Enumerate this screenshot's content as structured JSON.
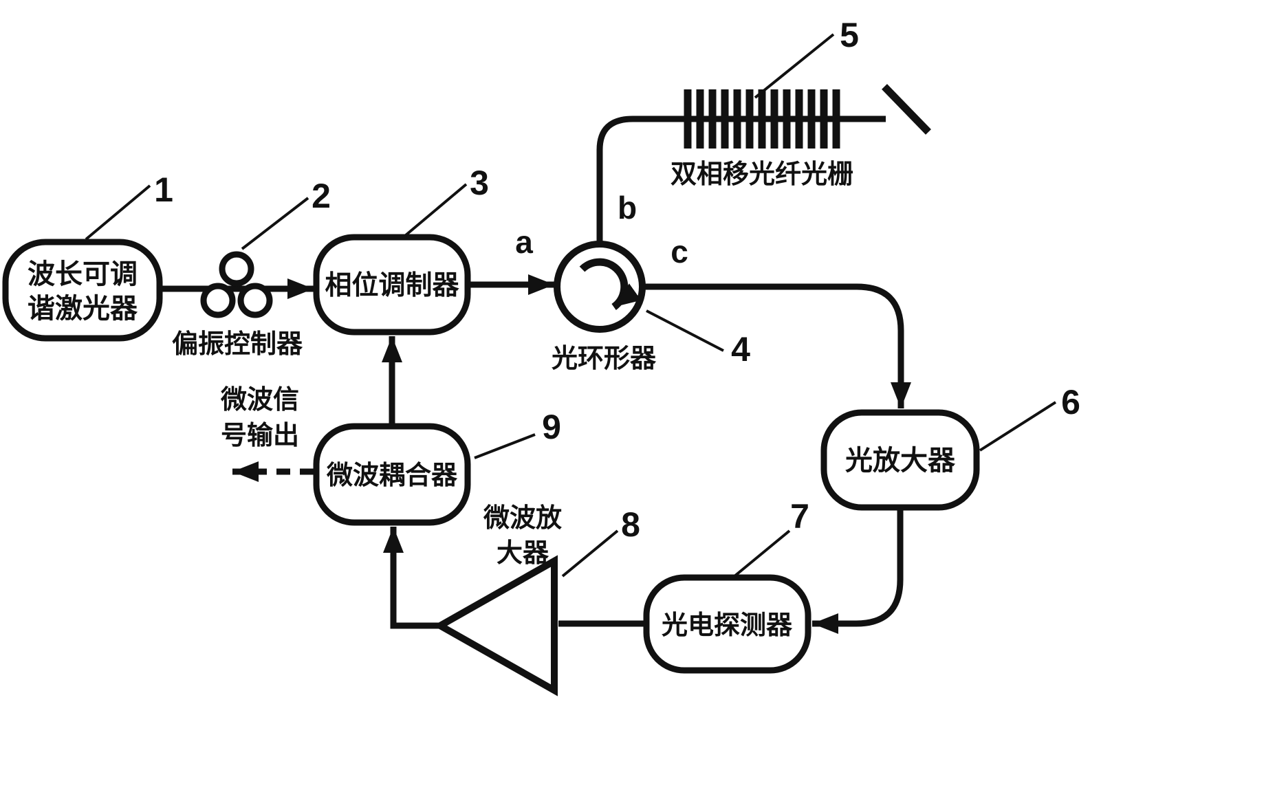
{
  "diagram": {
    "refs": {
      "r1": "1",
      "r2": "2",
      "r3": "3",
      "r4": "4",
      "r5": "5",
      "r6": "6",
      "r7": "7",
      "r8": "8",
      "r9": "9"
    },
    "ports": {
      "a": "a",
      "b": "b",
      "c": "c"
    },
    "laser": {
      "line1": "波长可调",
      "line2": "谐激光器"
    },
    "polarization_controller": {
      "label": "偏振控制器"
    },
    "phase_modulator": {
      "label": "相位调制器"
    },
    "circulator": {
      "label": "光环形器"
    },
    "fiber_grating": {
      "label": "双相移光纤光栅"
    },
    "optical_amplifier": {
      "label": "光放大器"
    },
    "photodetector": {
      "label": "光电探测器"
    },
    "microwave_amplifier": {
      "line1": "微波放",
      "line2": "大器"
    },
    "microwave_coupler": {
      "label": "微波耦合器"
    },
    "microwave_output": {
      "line1": "微波信",
      "line2": "号输出"
    },
    "colors": {
      "ink": "#111111",
      "background": "#ffffff"
    }
  }
}
